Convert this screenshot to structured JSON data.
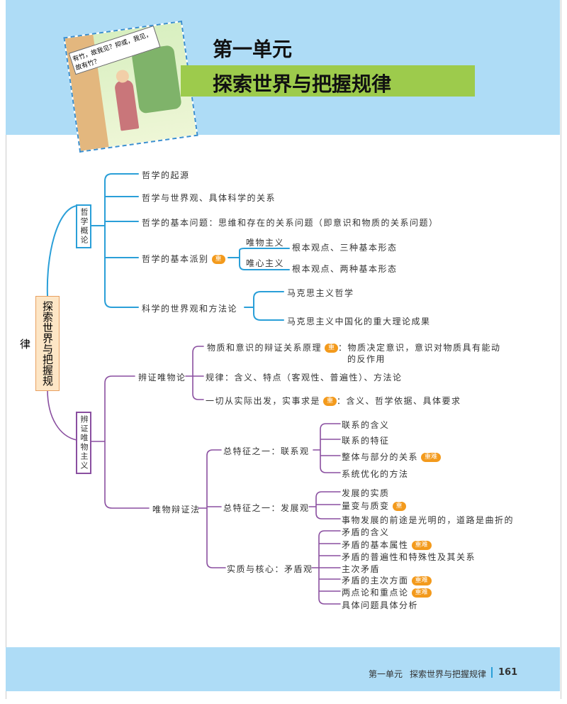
{
  "header": {
    "unit": "第一单元",
    "title": "探索世界与把握规律",
    "comic_speech": "有竹，故我见？抑或，我见，故有竹？"
  },
  "mindmap": {
    "root": "探索世界与把握规律",
    "b1": {
      "label": "哲学概论",
      "items": [
        "哲学的起源",
        "哲学与世界观、具体科学的关系",
        "哲学的基本问题：思维和存在的关系问题（即意识和物质的关系问题）",
        "哲学的基本派别",
        "科学的世界观和方法论"
      ],
      "schools": [
        "唯物主义",
        "唯心主义"
      ],
      "school_details": [
        "根本观点、三种基本形态",
        "根本观点、两种基本形态"
      ],
      "sci": [
        "马克思主义哲学",
        "马克思主义中国化的重大理论成果"
      ]
    },
    "b2": {
      "label": "辨证唯物主义",
      "dm": {
        "label": "辨证唯物论",
        "items": [
          "物质和意识的辩证关系原理",
          "：物质决定意识，意识对物质具有能动",
          "的反作用",
          "规律：含义、特点（客观性、普遍性）、方法论",
          "一切从实际出发，实事求是",
          "：含义、哲学依据、具体要求"
        ]
      },
      "dial": {
        "label": "唯物辩证法",
        "c1": {
          "label": "总特征之一：联系观",
          "items": [
            "联系的含义",
            "联系的特征",
            "整体与部分的关系",
            "系统优化的方法"
          ]
        },
        "c2": {
          "label": "总特征之一：发展观",
          "items": [
            "发展的实质",
            "量变与质变",
            "事物发展的前途是光明的，道路是曲折的"
          ]
        },
        "c3": {
          "label": "实质与核心：矛盾观",
          "items": [
            "矛盾的含义",
            "矛盾的基本属性",
            "矛盾的普遍性和特殊性及其关系",
            "主次矛盾",
            "矛盾的主次方面",
            "两点论和重点论",
            "具体问题具体分析"
          ]
        }
      }
    },
    "badges": {
      "key": "重",
      "key_hard": "重难"
    }
  },
  "footer": {
    "unit": "第一单元",
    "title": "探索世界与把握规律",
    "page": "161"
  }
}
